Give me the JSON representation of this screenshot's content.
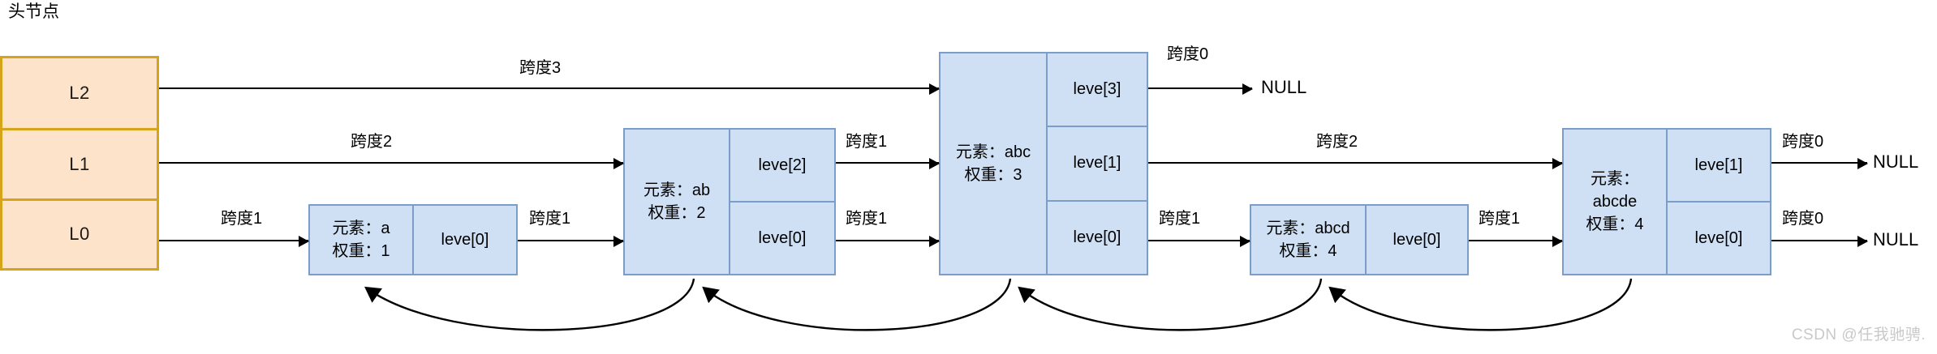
{
  "diagram": {
    "title": "头节点",
    "watermark": "CSDN @任我驰骋."
  },
  "head_node": {
    "levels": [
      {
        "label": "L2"
      },
      {
        "label": "L1"
      },
      {
        "label": "L0"
      }
    ]
  },
  "nodes": [
    {
      "id": "node-a",
      "element_label": "元素：a",
      "weight_label": "权重：1",
      "levels": [
        {
          "label": "leve[0]"
        }
      ]
    },
    {
      "id": "node-ab",
      "element_label": "元素：ab",
      "weight_label": "权重：2",
      "levels": [
        {
          "label": "leve[2]"
        },
        {
          "label": "leve[0]"
        }
      ]
    },
    {
      "id": "node-abc",
      "element_label": "元素：abc",
      "weight_label": "权重：3",
      "levels": [
        {
          "label": "leve[3]"
        },
        {
          "label": "leve[1]"
        },
        {
          "label": "leve[0]"
        }
      ]
    },
    {
      "id": "node-abcd",
      "element_label": "元素：abcd",
      "weight_label": "权重：4",
      "levels": [
        {
          "label": "leve[0]"
        }
      ]
    },
    {
      "id": "node-abcde",
      "element_label": "元素：",
      "element_label2": "abcde",
      "weight_label": "权重：4",
      "levels": [
        {
          "label": "leve[1]"
        },
        {
          "label": "leve[0]"
        }
      ]
    }
  ],
  "span_labels": {
    "l2_head_to_abc": "跨度3",
    "l2_abc_to_null": "跨度0",
    "l1_head_to_ab": "跨度2",
    "l1_ab_to_abc": "跨度1",
    "l1_abc_to_abcde": "跨度2",
    "l1_abcde_to_null": "跨度0",
    "l0_head_to_a": "跨度1",
    "l0_a_to_ab": "跨度1",
    "l0_ab_to_abc": "跨度1",
    "l0_abc_to_abcd": "跨度1",
    "l0_abcd_to_abcde": "跨度1",
    "l0_abcde_to_null": "跨度0"
  },
  "null_labels": {
    "l2": "NULL",
    "l1": "NULL",
    "l0": "NULL"
  },
  "colors": {
    "head_fill": "#fce3c9",
    "head_stroke": "#d6a419",
    "node_fill": "#cfe0f5",
    "node_stroke": "#7a9dc9",
    "line": "#000000",
    "watermark": "#c9c9c9"
  }
}
